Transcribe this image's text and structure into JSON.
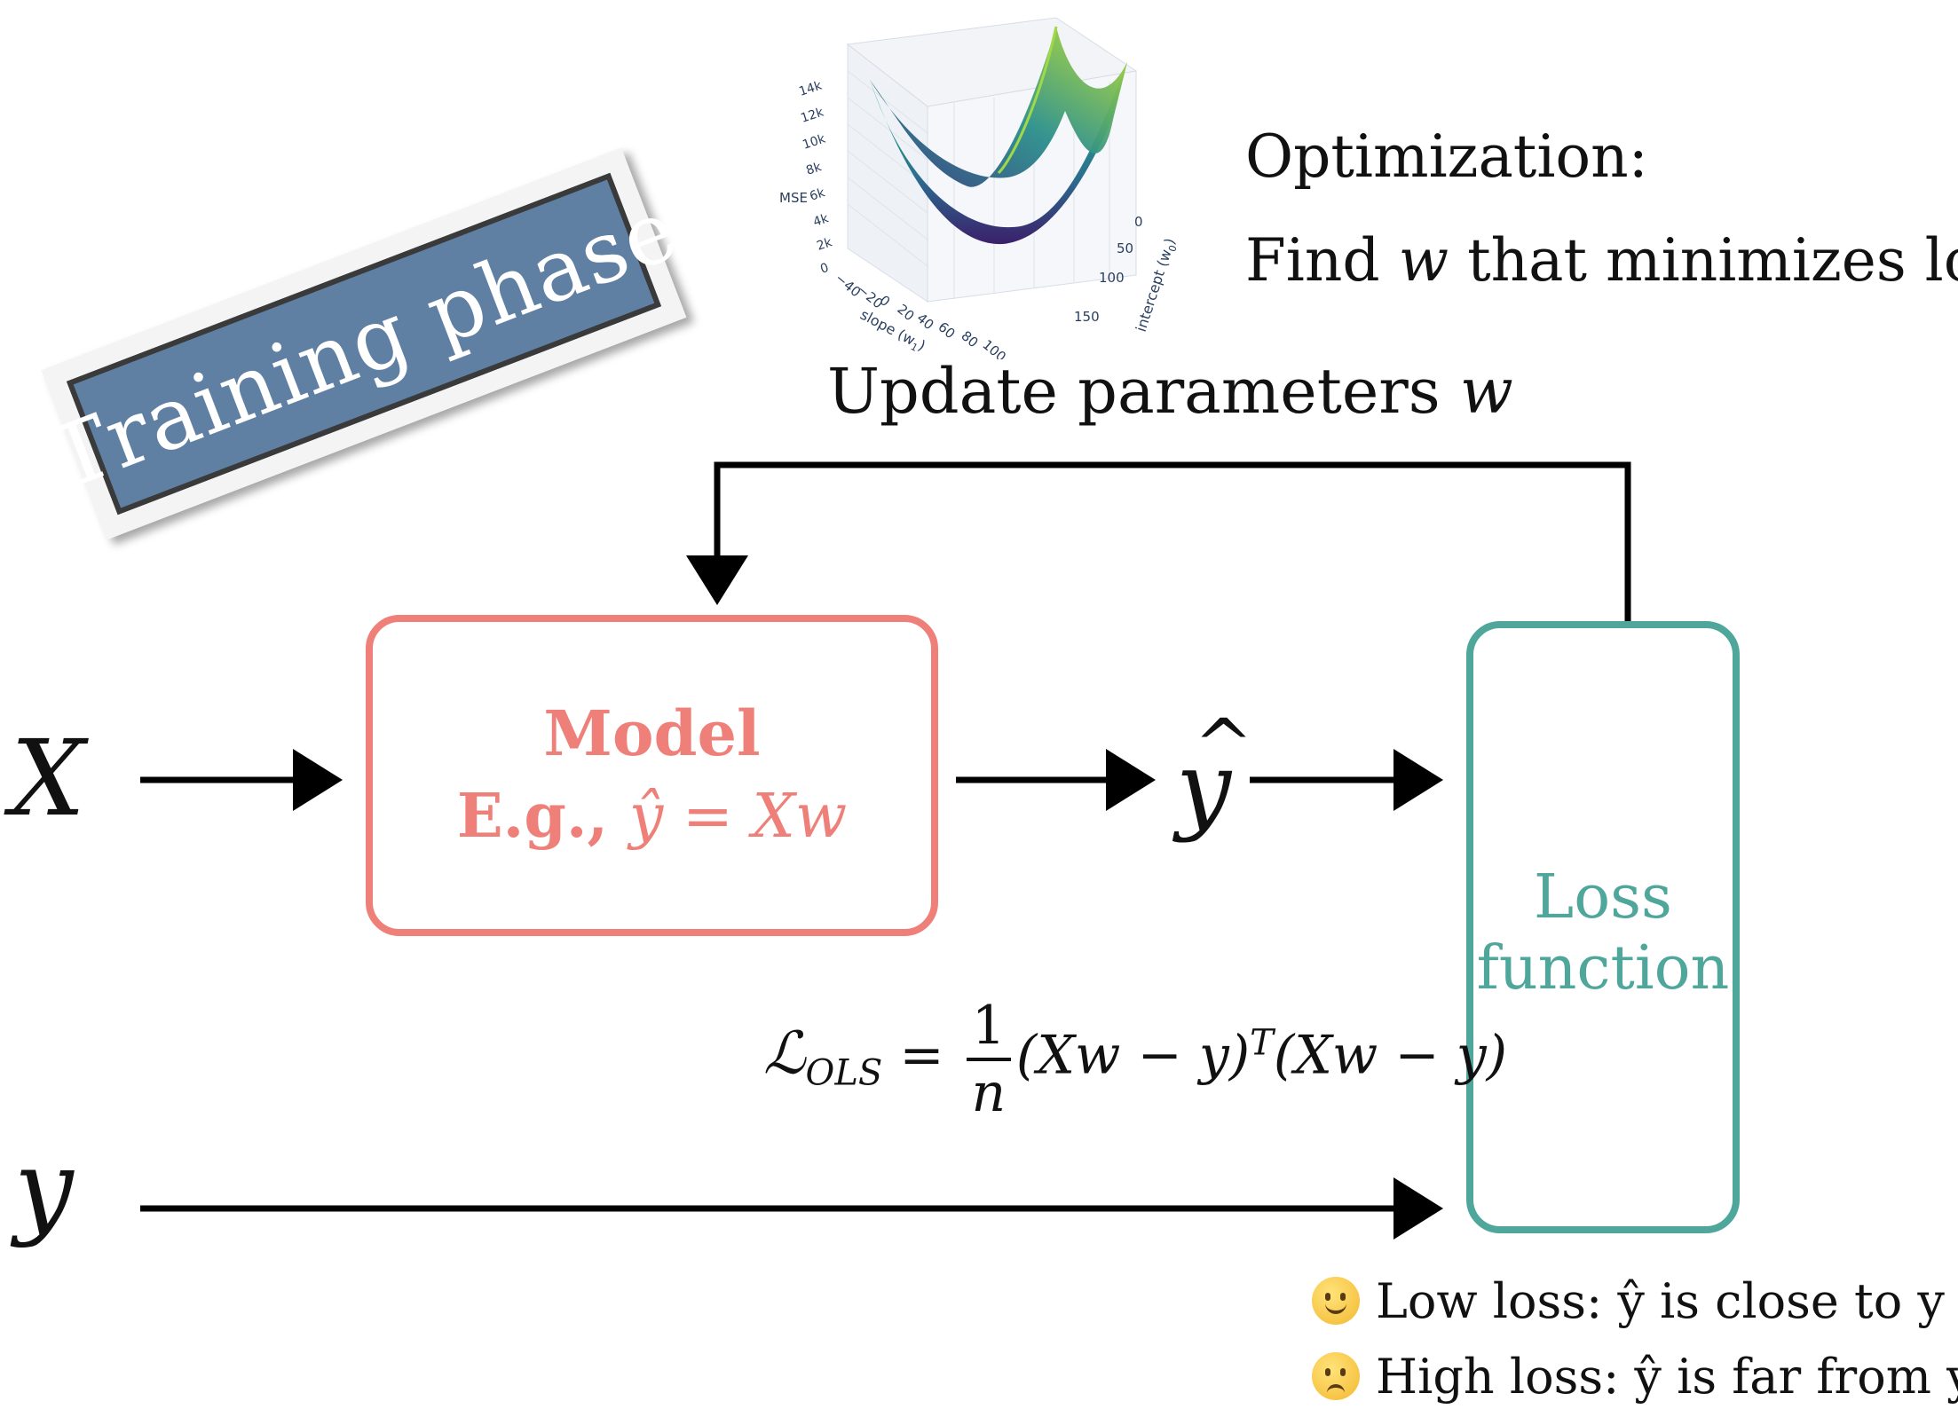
{
  "banner": {
    "label": "Training phase",
    "color": "#5f7fa3"
  },
  "optimization": {
    "title": "Optimization:",
    "find_prefix": "Find ",
    "find_var": "w",
    "find_suffix": " that minimizes loss"
  },
  "update": {
    "prefix": "Update parameters ",
    "var": "w"
  },
  "surface_plot": {
    "z_label": "MSE",
    "z_ticks": [
      "14k",
      "12k",
      "10k",
      "8k",
      "6k",
      "4k",
      "2k",
      "0"
    ],
    "x_label": "slope (w",
    "x_label_sub": "1",
    "x_label_end": ")",
    "x_ticks": [
      "−40",
      "−20",
      "0",
      "20",
      "40",
      "60",
      "80",
      "100"
    ],
    "y_label": "intercept (w",
    "y_label_sub": "0",
    "y_label_end": ")",
    "y_ticks": [
      "0",
      "50",
      "100",
      "150"
    ]
  },
  "inputs": {
    "x": "X",
    "y": "y",
    "yhat": "y",
    "hat": "^"
  },
  "model": {
    "title": "Model",
    "eg": "E.g., ",
    "eq_lhs": "ŷ",
    "eq_op": " = ",
    "eq_rhs": "Xw",
    "color": "#ee8079"
  },
  "loss": {
    "line1": "Loss",
    "line2": "function",
    "color": "#4fa79b"
  },
  "formula": {
    "script_l": "ℒ",
    "sub": "OLS",
    "eq": " = ",
    "num": "1",
    "den": "n",
    "part1": "(Xw − y)",
    "sup": "T",
    "part2": "(Xw − y)"
  },
  "notes": [
    {
      "emoji": "slightly-smiling-face",
      "text": "Low loss: ŷ is close to y"
    },
    {
      "emoji": "pensive-face",
      "text": "High loss: ŷ is far from y"
    }
  ]
}
